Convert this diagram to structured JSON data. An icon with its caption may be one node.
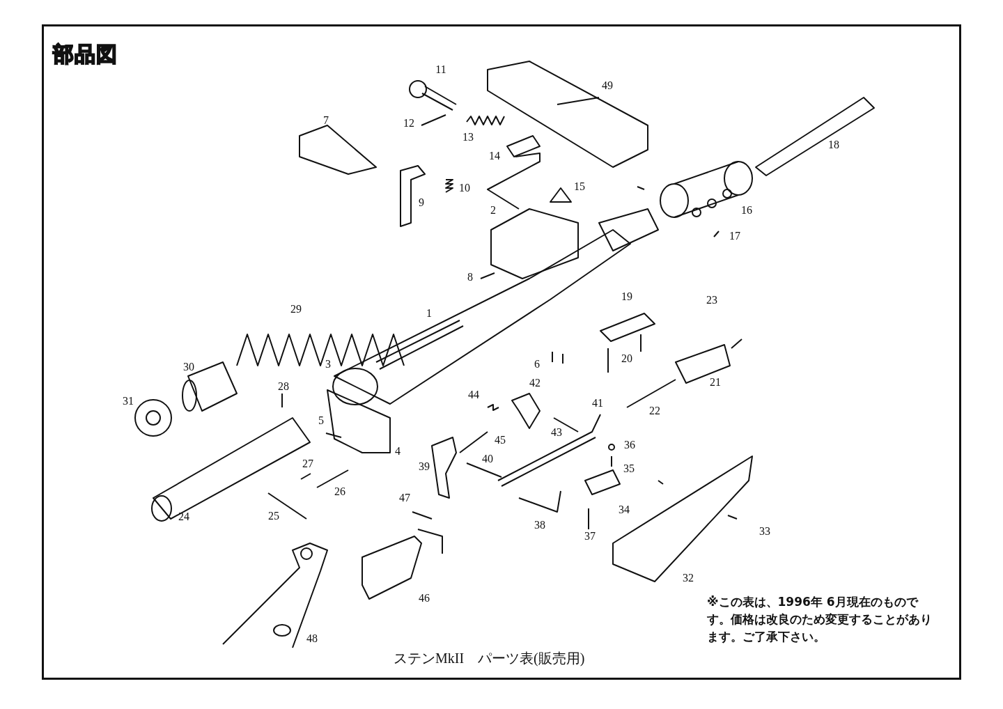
{
  "diagram": {
    "title": "部品図",
    "caption": "ステンMkII　パーツ表(販売用)",
    "labels": [
      "11",
      "49",
      "7",
      "12",
      "13",
      "18",
      "14",
      "10",
      "15",
      "9",
      "2",
      "16",
      "17",
      "8",
      "19",
      "23",
      "29",
      "1",
      "20",
      "6",
      "3",
      "30",
      "42",
      "21",
      "28",
      "44",
      "41",
      "31",
      "22",
      "5",
      "43",
      "45",
      "36",
      "4",
      "40",
      "39",
      "35",
      "27",
      "26",
      "24",
      "47",
      "34",
      "25",
      "38",
      "33",
      "37",
      "32",
      "46",
      "48",
      "※この表は、1996年 6月現在のものです。価格は改良のため変更することがあります。ご了承下さい。"
    ]
  }
}
